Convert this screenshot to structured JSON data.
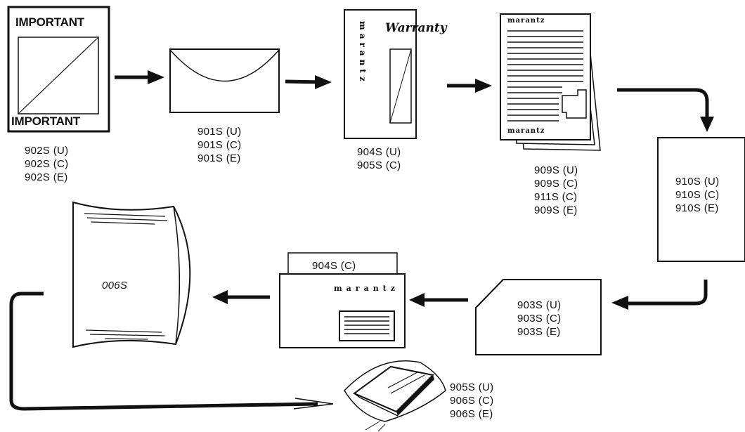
{
  "diagram": {
    "items": [
      {
        "id": "notice",
        "label": "IMPORTANT",
        "label_bottom": "IMPORTANT",
        "codes": [
          "902S (U)",
          "902S (C)",
          "902S (E)"
        ]
      },
      {
        "id": "envelope",
        "codes": [
          "901S (U)",
          "901S (C)",
          "901S (E)"
        ]
      },
      {
        "id": "warranty-card",
        "label": "Warranty",
        "brand": "marantz",
        "codes": [
          "904S (U)",
          "905S (C)"
        ]
      },
      {
        "id": "manual",
        "brand": "marantz",
        "codes": [
          "909S (U)",
          "909S (C)",
          "911S (C)",
          "909S (E)"
        ]
      },
      {
        "id": "sheet",
        "codes": [
          "910S (U)",
          "910S (C)",
          "910S (E)"
        ]
      },
      {
        "id": "card",
        "codes": [
          "903S (U)",
          "903S (C)",
          "903S (E)"
        ]
      },
      {
        "id": "envelope-pair",
        "label": "904S (C)",
        "brand": "marantz"
      },
      {
        "id": "bag",
        "label": "006S"
      },
      {
        "id": "pad",
        "codes": [
          "905S (U)",
          "906S (C)",
          "906S (E)"
        ]
      }
    ]
  },
  "colors": {
    "ink": "#111111",
    "paper": "#ffffff"
  }
}
